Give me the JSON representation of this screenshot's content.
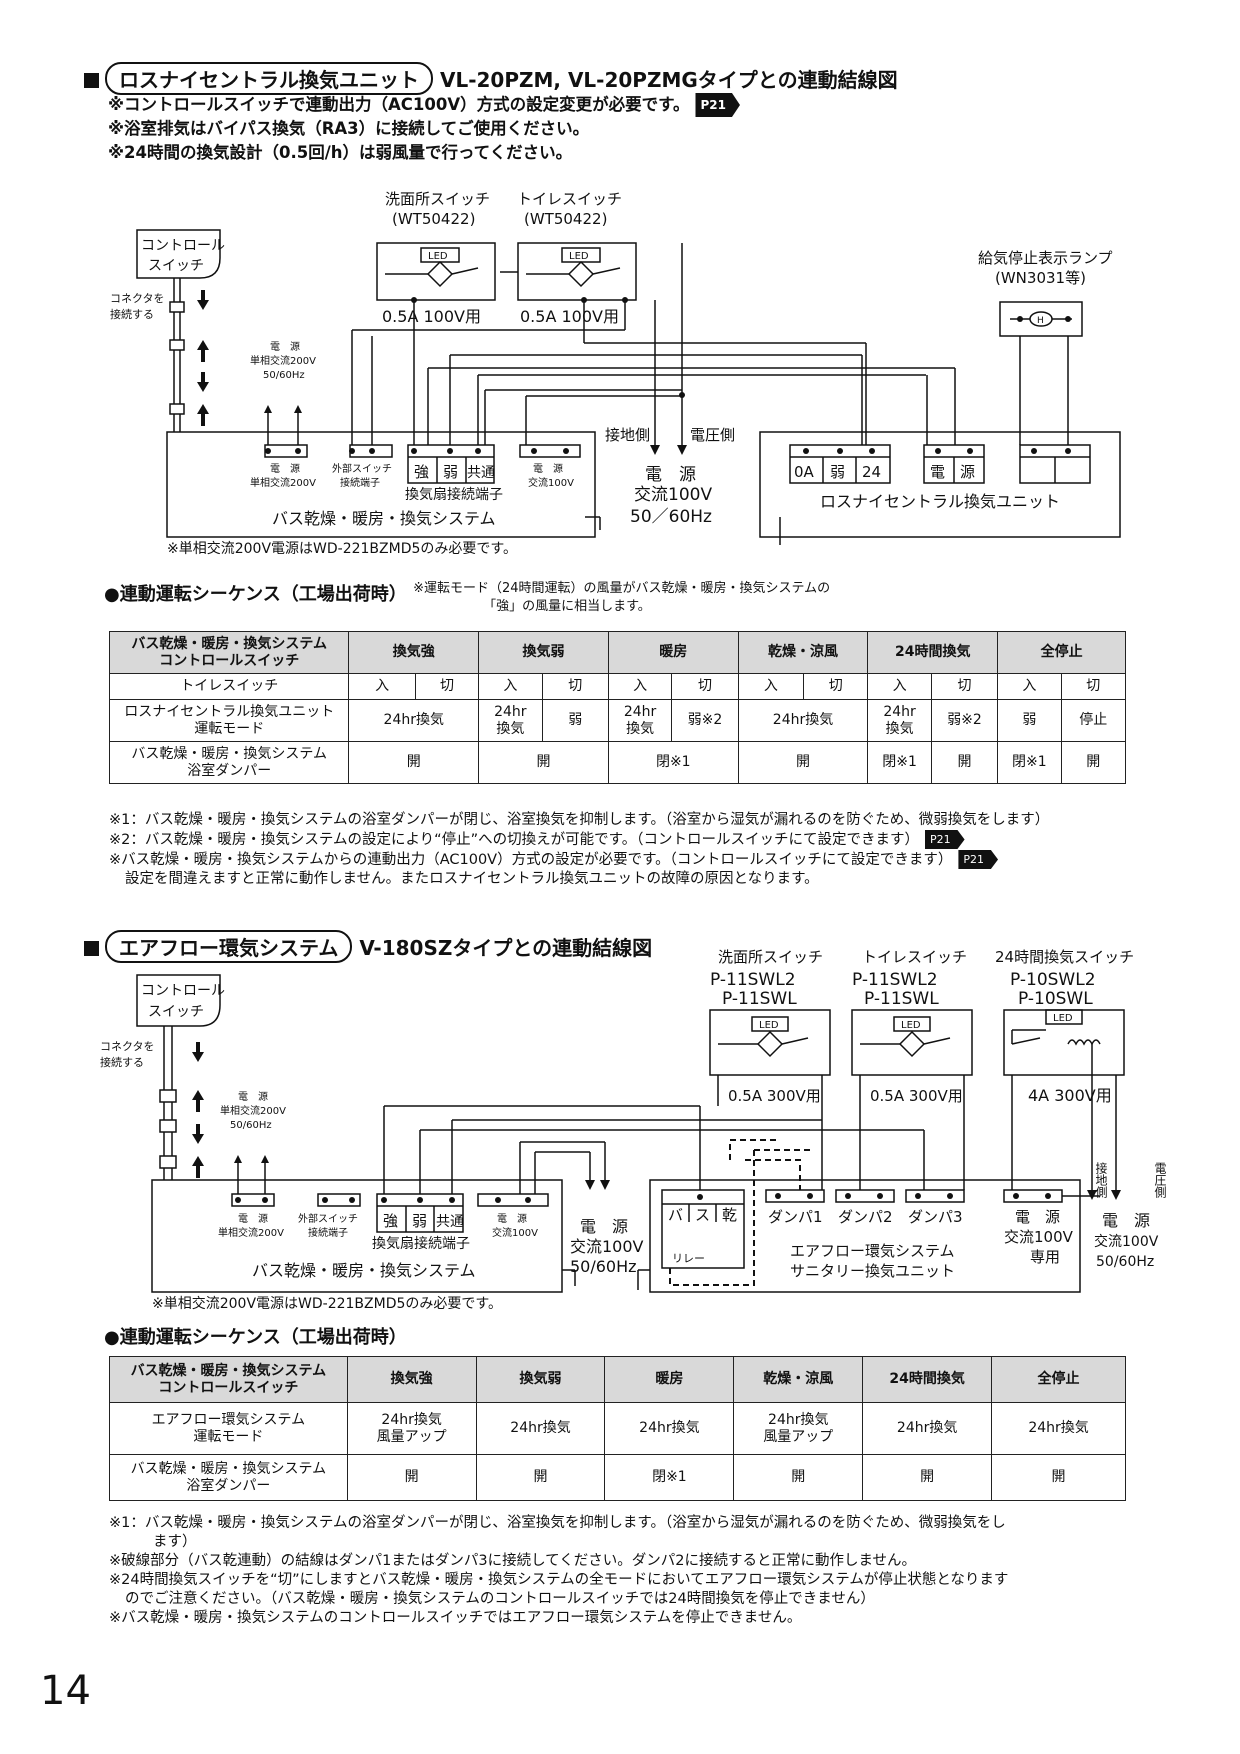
{
  "section1": {
    "heading_pill": "ロスナイセントラル換気ユニット",
    "heading_rest": "VL-20PZM, VL-20PZMGタイプとの連動結線図",
    "notes": [
      "※コントロールスイッチで連動出力（AC100V）方式の設定変更が必要です。",
      "※浴室排気はバイパス換気（RA3）に接続してご使用ください。",
      "※24時間の換気設計（0.5回/h）は弱風量で行ってください。"
    ],
    "note_ref": "P21",
    "diagram": {
      "control_switch": [
        "コントロール",
        "スイッチ"
      ],
      "connector": [
        "コネクタを",
        "接続する"
      ],
      "power_left": [
        "電　源",
        "単相交流200V",
        "50/60Hz"
      ],
      "washroom_switch": [
        "洗面所スイッチ",
        "(WT50422)"
      ],
      "toilet_switch": [
        "トイレスイッチ",
        "(WT50422)"
      ],
      "led": "LED",
      "switch_rating": "0.5A 100V用",
      "lamp": [
        "給気停止表示ランプ",
        "(WN3031等)"
      ],
      "lamp_symbol": "H",
      "bath_terminal_power": [
        "電　源",
        "単相交流200V"
      ],
      "ext_switch": [
        "外部スイッチ",
        "接続端子"
      ],
      "fan_terminals": [
        "強",
        "弱",
        "共通"
      ],
      "fan_terminal_label": "換気扇接続端子",
      "ac100_terminal": [
        "電　源",
        "交流100V"
      ],
      "bath_system": "バス乾燥・暖房・換気システム",
      "ground_side": "接地側",
      "voltage_side": "電圧側",
      "mains": [
        "電　源",
        "交流100V",
        "50／60Hz"
      ],
      "lossnay_terminals": [
        "0A",
        "弱",
        "24"
      ],
      "lossnay_power": [
        "電",
        "源"
      ],
      "lossnay_unit": "ロスナイセントラル換気ユニット",
      "footnote": "※単相交流200V電源はWD-221BZMD5のみ必要です。"
    },
    "seq_title": "●連動運転シーケンス（工場出荷時）",
    "seq_note": [
      "※運転モード（24時間運転）の風量がバス乾燥・暖房・換気システムの",
      "「強」の風量に相当します。"
    ],
    "table": {
      "corner": [
        "バス乾燥・暖房・換気システム",
        "コントロールスイッチ"
      ],
      "modes": [
        "換気強",
        "換気弱",
        "暖房",
        "乾燥・涼風",
        "24時間換気",
        "全停止"
      ],
      "row_toilet": "トイレスイッチ",
      "on": "入",
      "off": "切",
      "row_mode": [
        "ロスナイセントラル換気ユニット",
        "運転モード"
      ],
      "v_24vent": "24hr換気",
      "v_24hr_a": "24hr",
      "v_24hr_b": "換気",
      "v_weak": "弱",
      "v_weak2": "弱※2",
      "v_stop": "停止",
      "row_damper": [
        "バス乾燥・暖房・換気システム",
        "浴室ダンパー"
      ],
      "v_open": "開",
      "v_closed1": "閉※1"
    },
    "footnotes": [
      "※1：バス乾燥・暖房・換気システムの浴室ダンパーが閉じ、浴室換気を抑制します。（浴室から湿気が漏れるのを防ぐため、微弱換気をします）",
      "※2：バス乾燥・暖房・換気システムの設定により“停止”への切換えが可能です。（コントロールスイッチにて設定できます）",
      "※バス乾燥・暖房・換気システムからの連動出力（AC100V）方式の設定が必要です。（コントロールスイッチにて設定できます）",
      "設定を間違えますと正常に動作しません。またロスナイセントラル換気ユニットの故障の原因となります。"
    ]
  },
  "section2": {
    "heading_pill": "エアフロー環気システム",
    "heading_rest": "V-180SZタイプとの連動結線図",
    "diagram": {
      "washroom_switch": [
        "洗面所スイッチ",
        "P-11SWL2",
        "P-11SWL"
      ],
      "toilet_switch": [
        "トイレスイッチ",
        "P-11SWL2",
        "P-11SWL"
      ],
      "vent24_switch": [
        "24時間換気スイッチ",
        "P-10SWL2",
        "P-10SWL"
      ],
      "rating_03": "0.5A 300V用",
      "rating_4a": "4A 300V用",
      "bus_terms": [
        "バ",
        "ス",
        "乾"
      ],
      "dampers": [
        "ダンパ1",
        "ダンパ2",
        "ダンパ3"
      ],
      "relay": "リレー",
      "airflow_unit": [
        "エアフロー環気システム",
        "サニタリー換気ユニット"
      ],
      "ac100_dedicated": [
        "電　源",
        "交流100V",
        "専用"
      ],
      "ground_side": "接地側",
      "voltage_side": "電圧側",
      "mains": [
        "電　源",
        "交流100V",
        "50/60Hz"
      ],
      "footnote": "※単相交流200V電源はWD-221BZMD5のみ必要です。"
    },
    "seq_title": "●連動運転シーケンス（工場出荷時）",
    "table": {
      "corner": [
        "バス乾燥・暖房・換気システム",
        "コントロールスイッチ"
      ],
      "modes": [
        "換気強",
        "換気弱",
        "暖房",
        "乾燥・涼風",
        "24時間換気",
        "全停止"
      ],
      "row_mode": [
        "エアフロー環気システム",
        "運転モード"
      ],
      "mode_vals": [
        "24hr換気\n風量アップ",
        "24hr換気",
        "24hr換気",
        "24hr換気\n風量アップ",
        "24hr換気",
        "24hr換気"
      ],
      "row_damper": [
        "バス乾燥・暖房・換気システム",
        "浴室ダンパー"
      ],
      "damper_vals": [
        "開",
        "開",
        "閉※1",
        "開",
        "開",
        "開"
      ]
    },
    "footnotes": [
      "※1：バス乾燥・暖房・換気システムの浴室ダンパーが閉じ、浴室換気を抑制します。（浴室から湿気が漏れるのを防ぐため、微弱換気をし",
      "ます）",
      "※破線部分（バス乾連動）の結線はダンパ1またはダンパ3に接続してください。ダンパ2に接続すると正常に動作しません。",
      "※24時間換気スイッチを“切”にしますとバス乾燥・暖房・換気システムの全モードにおいてエアフロー環気システムが停止状態となります",
      "のでご注意ください。（バス乾燥・暖房・換気システムのコントロールスイッチでは24時間換気を停止できません）",
      "※バス乾燥・暖房・換気システムのコントロールスイッチではエアフロー環気システムを停止できません。"
    ]
  },
  "page_number": "14"
}
